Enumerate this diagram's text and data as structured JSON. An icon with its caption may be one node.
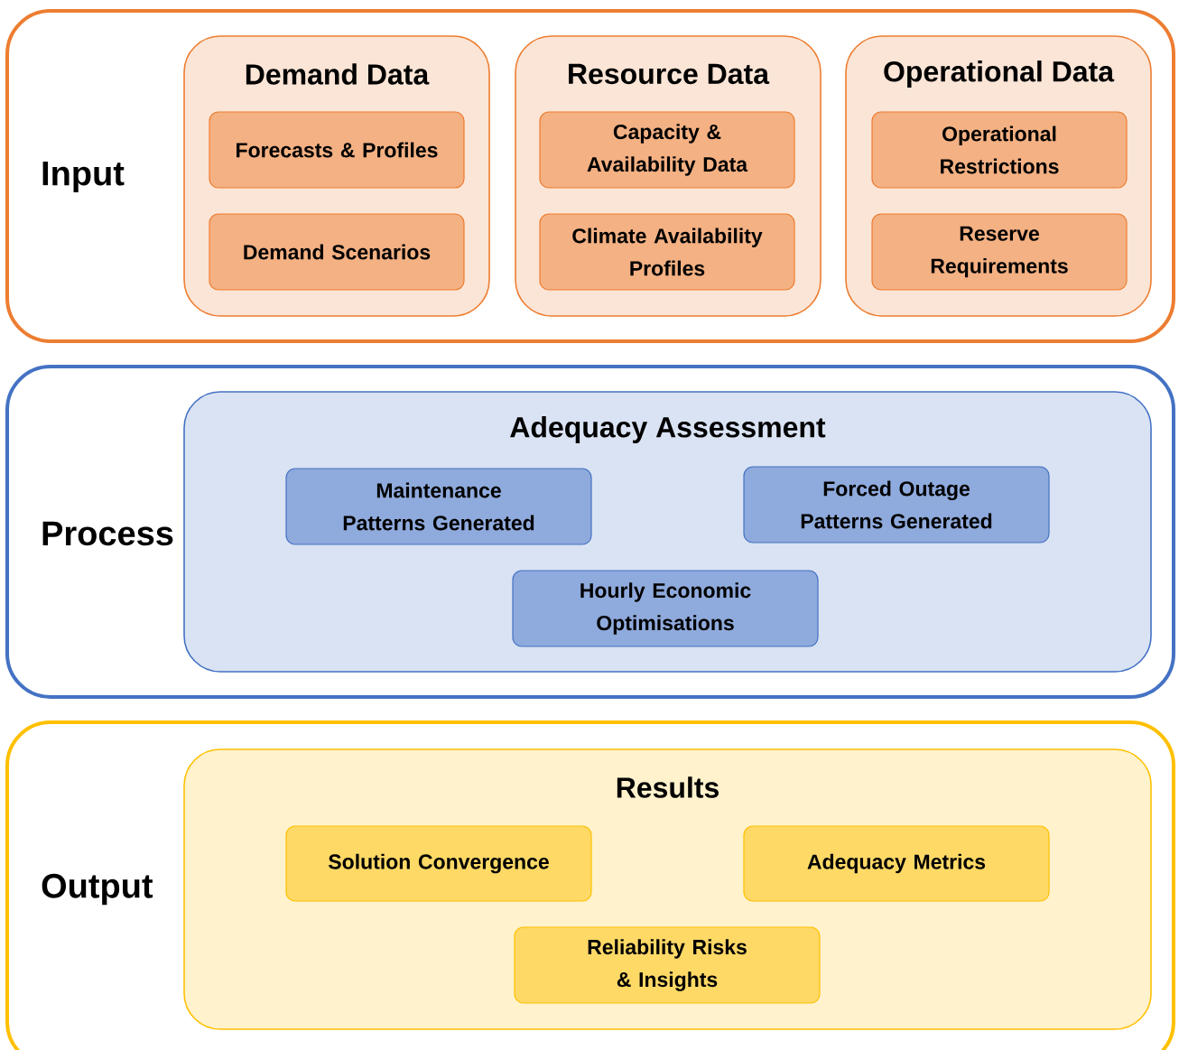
{
  "diagram": {
    "nodes": [
      {
        "text": [
          "Input"
        ]
      },
      {
        "text": [
          "Demand Data"
        ],
        "in": 0
      },
      {
        "text": [
          "Forecasts & Profiles"
        ],
        "in": 1
      },
      {
        "text": [
          "Demand Scenarios"
        ],
        "in": 1
      },
      {
        "text": [
          "Resource Data"
        ],
        "in": 0
      },
      {
        "text": [
          "Capacity & Availability Data"
        ],
        "in": 4
      },
      {
        "text": [
          "Climate Availability Profiles"
        ],
        "in": 4
      },
      {
        "text": [
          "Operational Data"
        ],
        "in": 0
      },
      {
        "text": [
          "Operational Restrictions"
        ],
        "in": 7
      },
      {
        "text": [
          "Reserve Requirements"
        ],
        "in": 7
      },
      {
        "text": [
          "Process"
        ]
      },
      {
        "text": [
          "Adequacy Assessment"
        ],
        "in": 10
      },
      {
        "text": [
          "Maintenance Patterns Generated"
        ],
        "in": 11
      },
      {
        "text": [
          "Forced Outage Patterns Generated"
        ],
        "in": 11
      },
      {
        "text": [
          "Hourly Economic Optimisations"
        ],
        "in": 11
      },
      {
        "text": [
          "Output"
        ]
      },
      {
        "text": [
          "Results"
        ],
        "in": 15
      },
      {
        "text": [
          "Solution Convergence"
        ],
        "in": 16
      },
      {
        "text": [
          "Adequacy Metrics"
        ],
        "in": 16
      },
      {
        "text": [
          "Reliability Risks & Insights"
        ],
        "in": 16
      }
    ]
  }
}
